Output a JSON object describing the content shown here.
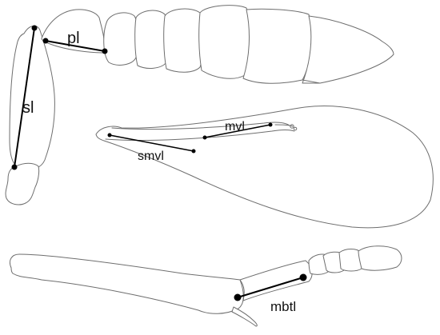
{
  "labels": {
    "scape": "sl",
    "pedicel": "pl",
    "marginal_vein": "mvl",
    "submarginal_vein": "smvl",
    "metatibia": "mbtl"
  },
  "colors": {
    "outline": "#6e6e6e",
    "measure": "#000000",
    "background": "#ffffff"
  }
}
